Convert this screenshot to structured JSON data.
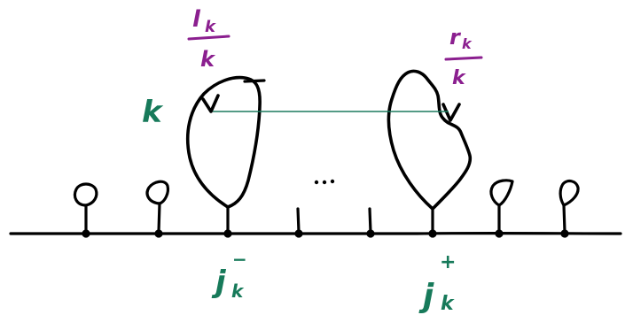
{
  "labels": {
    "k": "k",
    "left_frac_num": "l",
    "left_frac_num_sub": "k",
    "left_frac_den": "k",
    "right_frac_num": "r",
    "right_frac_num_sub": "k",
    "right_frac_den": "k",
    "j_minus_base": "j",
    "j_minus_sub": "k",
    "j_minus_sup": "−",
    "j_plus_base": "j",
    "j_plus_sub": "k",
    "j_plus_sup": "+",
    "dots": "···"
  },
  "colors": {
    "ink": "#000000",
    "purple": "#8b1f8f",
    "green": "#177a5a",
    "background": "#ffffff"
  }
}
